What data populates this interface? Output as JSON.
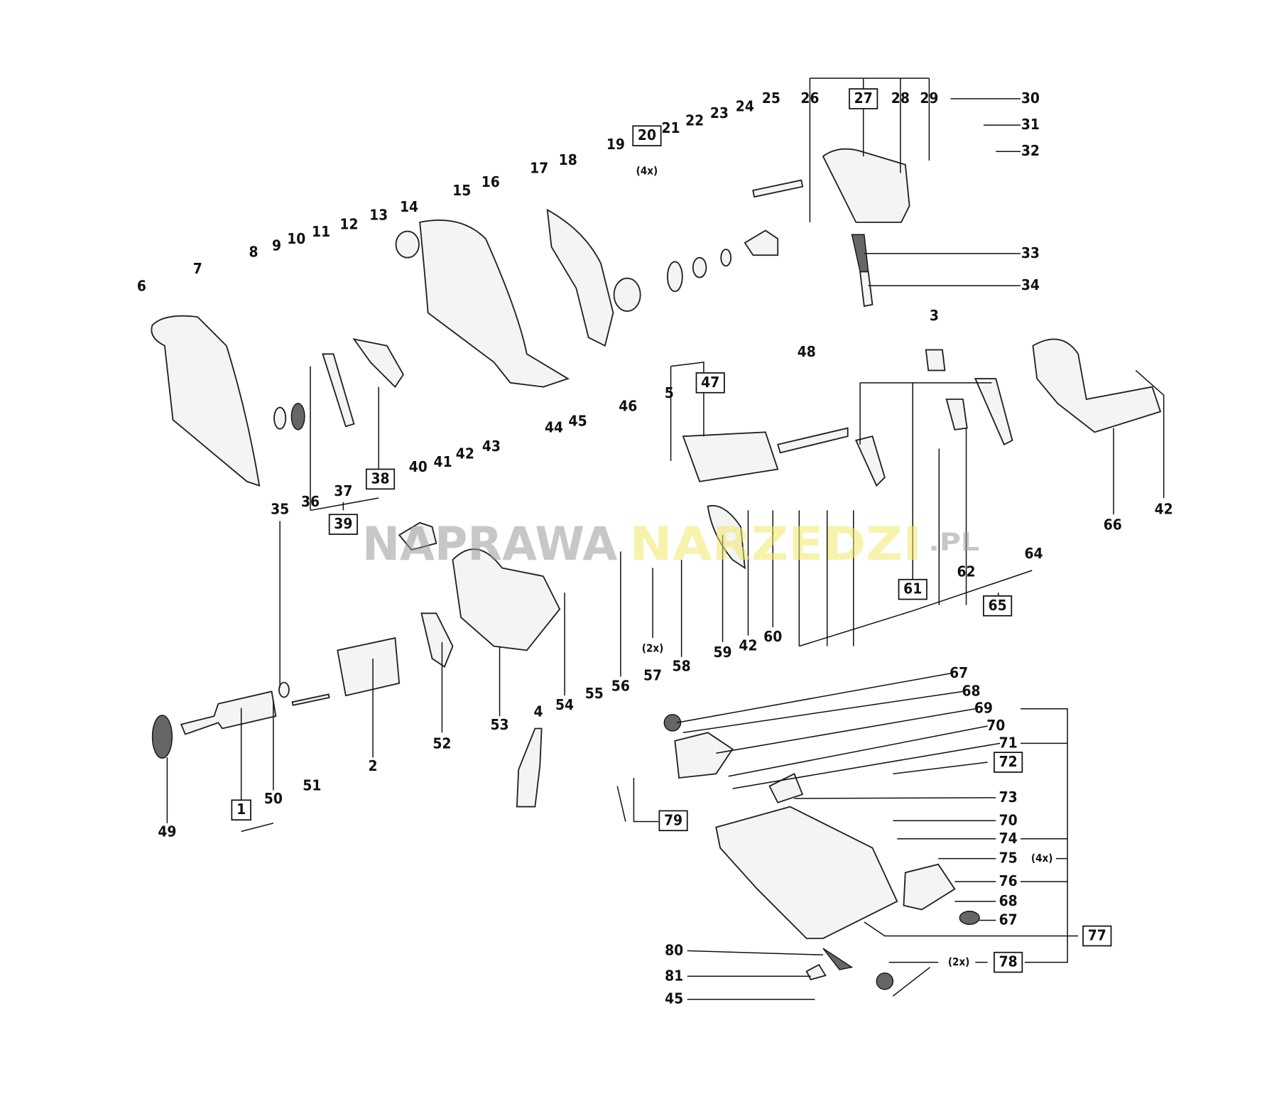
{
  "diagram": {
    "type": "exploded parts diagram",
    "watermark": {
      "part1": "NAPRAWA",
      "part2": "NARZEDZI",
      "part3": ".PL",
      "color1": "#9a9a9a",
      "color2": "#f7f19a"
    },
    "labels": [
      "26",
      "27",
      "28",
      "29",
      "30",
      "31",
      "32",
      "33",
      "34",
      "24",
      "25",
      "23",
      "22",
      "21",
      "20",
      "(4x)",
      "19",
      "18",
      "17",
      "16",
      "15",
      "14",
      "13",
      "12",
      "11",
      "10",
      "9",
      "8",
      "7",
      "6",
      "3",
      "48",
      "47",
      "5",
      "46",
      "43",
      "44",
      "45",
      "38",
      "36",
      "37",
      "39",
      "35",
      "40",
      "41",
      "42",
      "66",
      "42",
      "64",
      "62",
      "61",
      "65",
      "59",
      "42",
      "60",
      "(2x)",
      "57",
      "58",
      "56",
      "55",
      "54",
      "53",
      "52",
      "4",
      "2",
      "51",
      "50",
      "1",
      "49",
      "67",
      "68",
      "69",
      "70",
      "71",
      "72",
      "73",
      "70",
      "74",
      "75",
      "(4x)",
      "76",
      "68",
      "67",
      "77",
      "78",
      "(2x)",
      "79",
      "80",
      "81",
      "45"
    ],
    "boxed": [
      "27",
      "20",
      "47",
      "38",
      "39",
      "61",
      "65",
      "1",
      "72",
      "77",
      "78",
      "79"
    ]
  }
}
